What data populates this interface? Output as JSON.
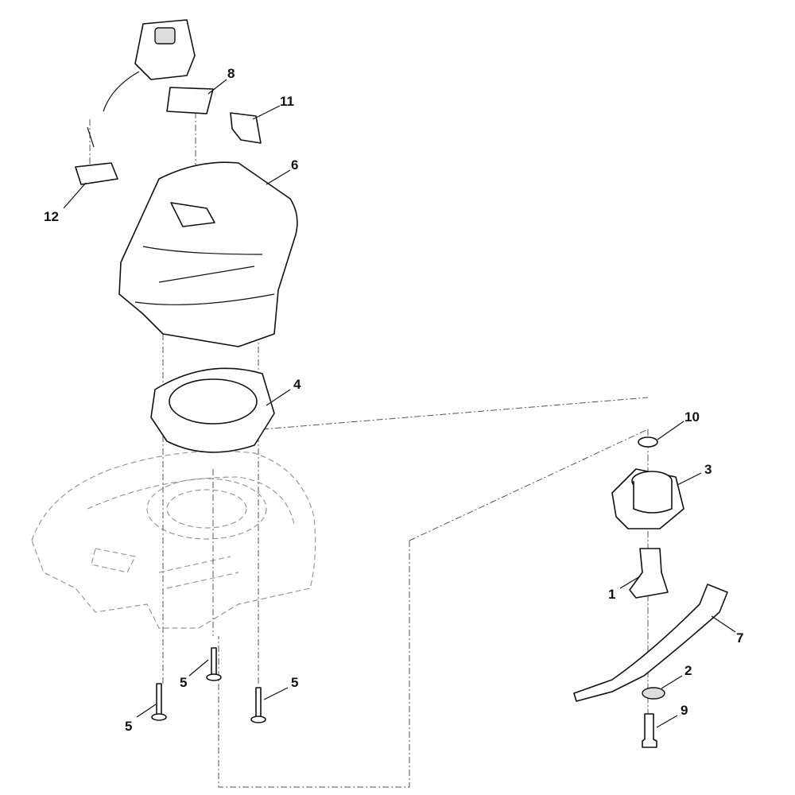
{
  "diagram": {
    "type": "exploded-parts-diagram",
    "callouts": [
      {
        "id": "callout-8",
        "label": "8"
      },
      {
        "id": "callout-11",
        "label": "11"
      },
      {
        "id": "callout-6",
        "label": "6"
      },
      {
        "id": "callout-12",
        "label": "12"
      },
      {
        "id": "callout-4",
        "label": "4"
      },
      {
        "id": "callout-10",
        "label": "10"
      },
      {
        "id": "callout-3",
        "label": "3"
      },
      {
        "id": "callout-1",
        "label": "1"
      },
      {
        "id": "callout-7",
        "label": "7"
      },
      {
        "id": "callout-2",
        "label": "2"
      },
      {
        "id": "callout-5a",
        "label": "5"
      },
      {
        "id": "callout-5b",
        "label": "5"
      },
      {
        "id": "callout-5c",
        "label": "5"
      },
      {
        "id": "callout-9",
        "label": "9"
      }
    ]
  }
}
